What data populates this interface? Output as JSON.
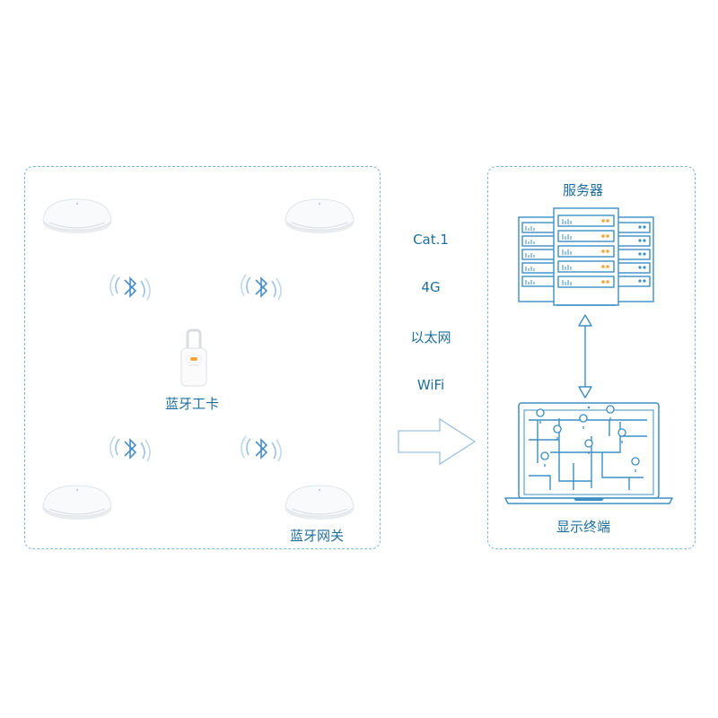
{
  "left_panel": {
    "card_label": "蓝牙工卡",
    "gateway_label": "蓝牙网关"
  },
  "protocols": [
    "Cat.1",
    "4G",
    "以太网",
    "WiFi"
  ],
  "right_panel": {
    "server_label": "服务器",
    "terminal_label": "显示终端"
  },
  "colors": {
    "accent": "#1e6e9c",
    "line": "#3d8fc4",
    "dashed_border": "#7fb6d6",
    "bluetooth": "#4a8fc8",
    "server_led": "#f4a63a"
  },
  "icons": [
    "ceiling-gateway-icon",
    "bluetooth-icon",
    "badge-icon",
    "arrow-right-icon",
    "server-rack-icon",
    "laptop-map-icon"
  ]
}
